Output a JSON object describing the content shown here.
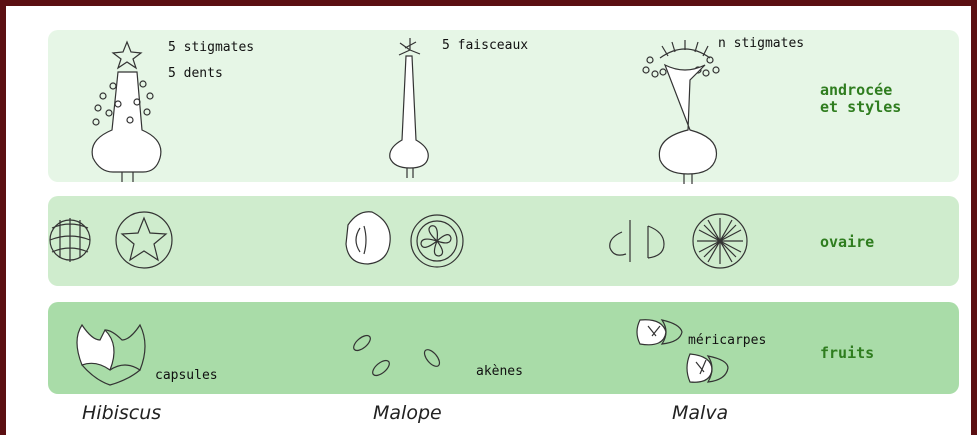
{
  "rows": {
    "row1_label_line1": "androcée",
    "row1_label_line2": "et styles",
    "row2_label": "ovaire",
    "row3_label": "fruits"
  },
  "annotations": {
    "stigmates5": "5 stigmates",
    "dents5": "5 dents",
    "faisceaux5": "5 faisceaux",
    "n_stigmates": "n stigmates",
    "capsules": "capsules",
    "akenes": "akènes",
    "mericarpes": "méricarpes"
  },
  "genera": [
    "Hibiscus",
    "Malope",
    "Malva"
  ],
  "colors": {
    "frame": "#5b0f12",
    "band_light": "#e6f6e6",
    "band_mid": "#cfeccd",
    "band_dark": "#a9dca8",
    "label_green": "#2f7d1f"
  }
}
